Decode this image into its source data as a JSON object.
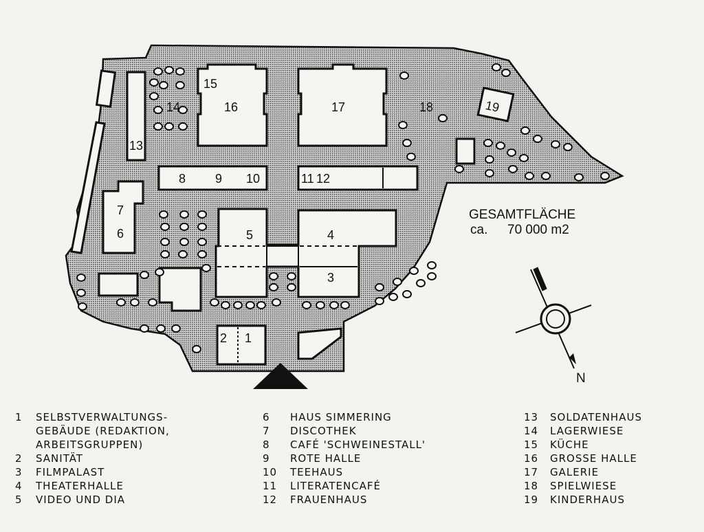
{
  "map": {
    "total_area": {
      "label": "GESAMTFLÄCHE",
      "prefix": "ca.",
      "value": "70 000 m2"
    },
    "north_label": "N",
    "building_numbers": [
      "1",
      "2",
      "3",
      "4",
      "5",
      "6",
      "7",
      "8",
      "9",
      "10",
      "11",
      "12",
      "13",
      "14",
      "15",
      "16",
      "17",
      "18",
      "19"
    ]
  },
  "legend": {
    "col1": [
      {
        "num": "1",
        "text": "SELBSTVERWALTUNGS-"
      },
      {
        "num": "",
        "text": "GEBÄUDE (REDAKTION,"
      },
      {
        "num": "",
        "text": "ARBEITSGRUPPEN)"
      },
      {
        "num": "2",
        "text": "SANITÄT"
      },
      {
        "num": "3",
        "text": "FILMPALAST"
      },
      {
        "num": "4",
        "text": "THEATERHALLE"
      },
      {
        "num": "5",
        "text": "VIDEO UND DIA"
      }
    ],
    "col2": [
      {
        "num": "6",
        "text": "HAUS SIMMERING"
      },
      {
        "num": "7",
        "text": "DISCOTHEK"
      },
      {
        "num": "8",
        "text": "CAFÉ 'SCHWEINESTALL'"
      },
      {
        "num": "9",
        "text": "ROTE HALLE"
      },
      {
        "num": "10",
        "text": "TEEHAUS"
      },
      {
        "num": "11",
        "text": "LITERATENCAFÉ"
      },
      {
        "num": "12",
        "text": "FRAUENHAUS"
      }
    ],
    "col3": [
      {
        "num": "13",
        "text": "SOLDATENHAUS"
      },
      {
        "num": "14",
        "text": "LAGERWIESE"
      },
      {
        "num": "15",
        "text": "KÜCHE"
      },
      {
        "num": "16",
        "text": "GROSSE HALLE"
      },
      {
        "num": "17",
        "text": "GALERIE"
      },
      {
        "num": "18",
        "text": "SPIELWIESE"
      },
      {
        "num": "19",
        "text": "KINDERHAUS"
      }
    ]
  }
}
